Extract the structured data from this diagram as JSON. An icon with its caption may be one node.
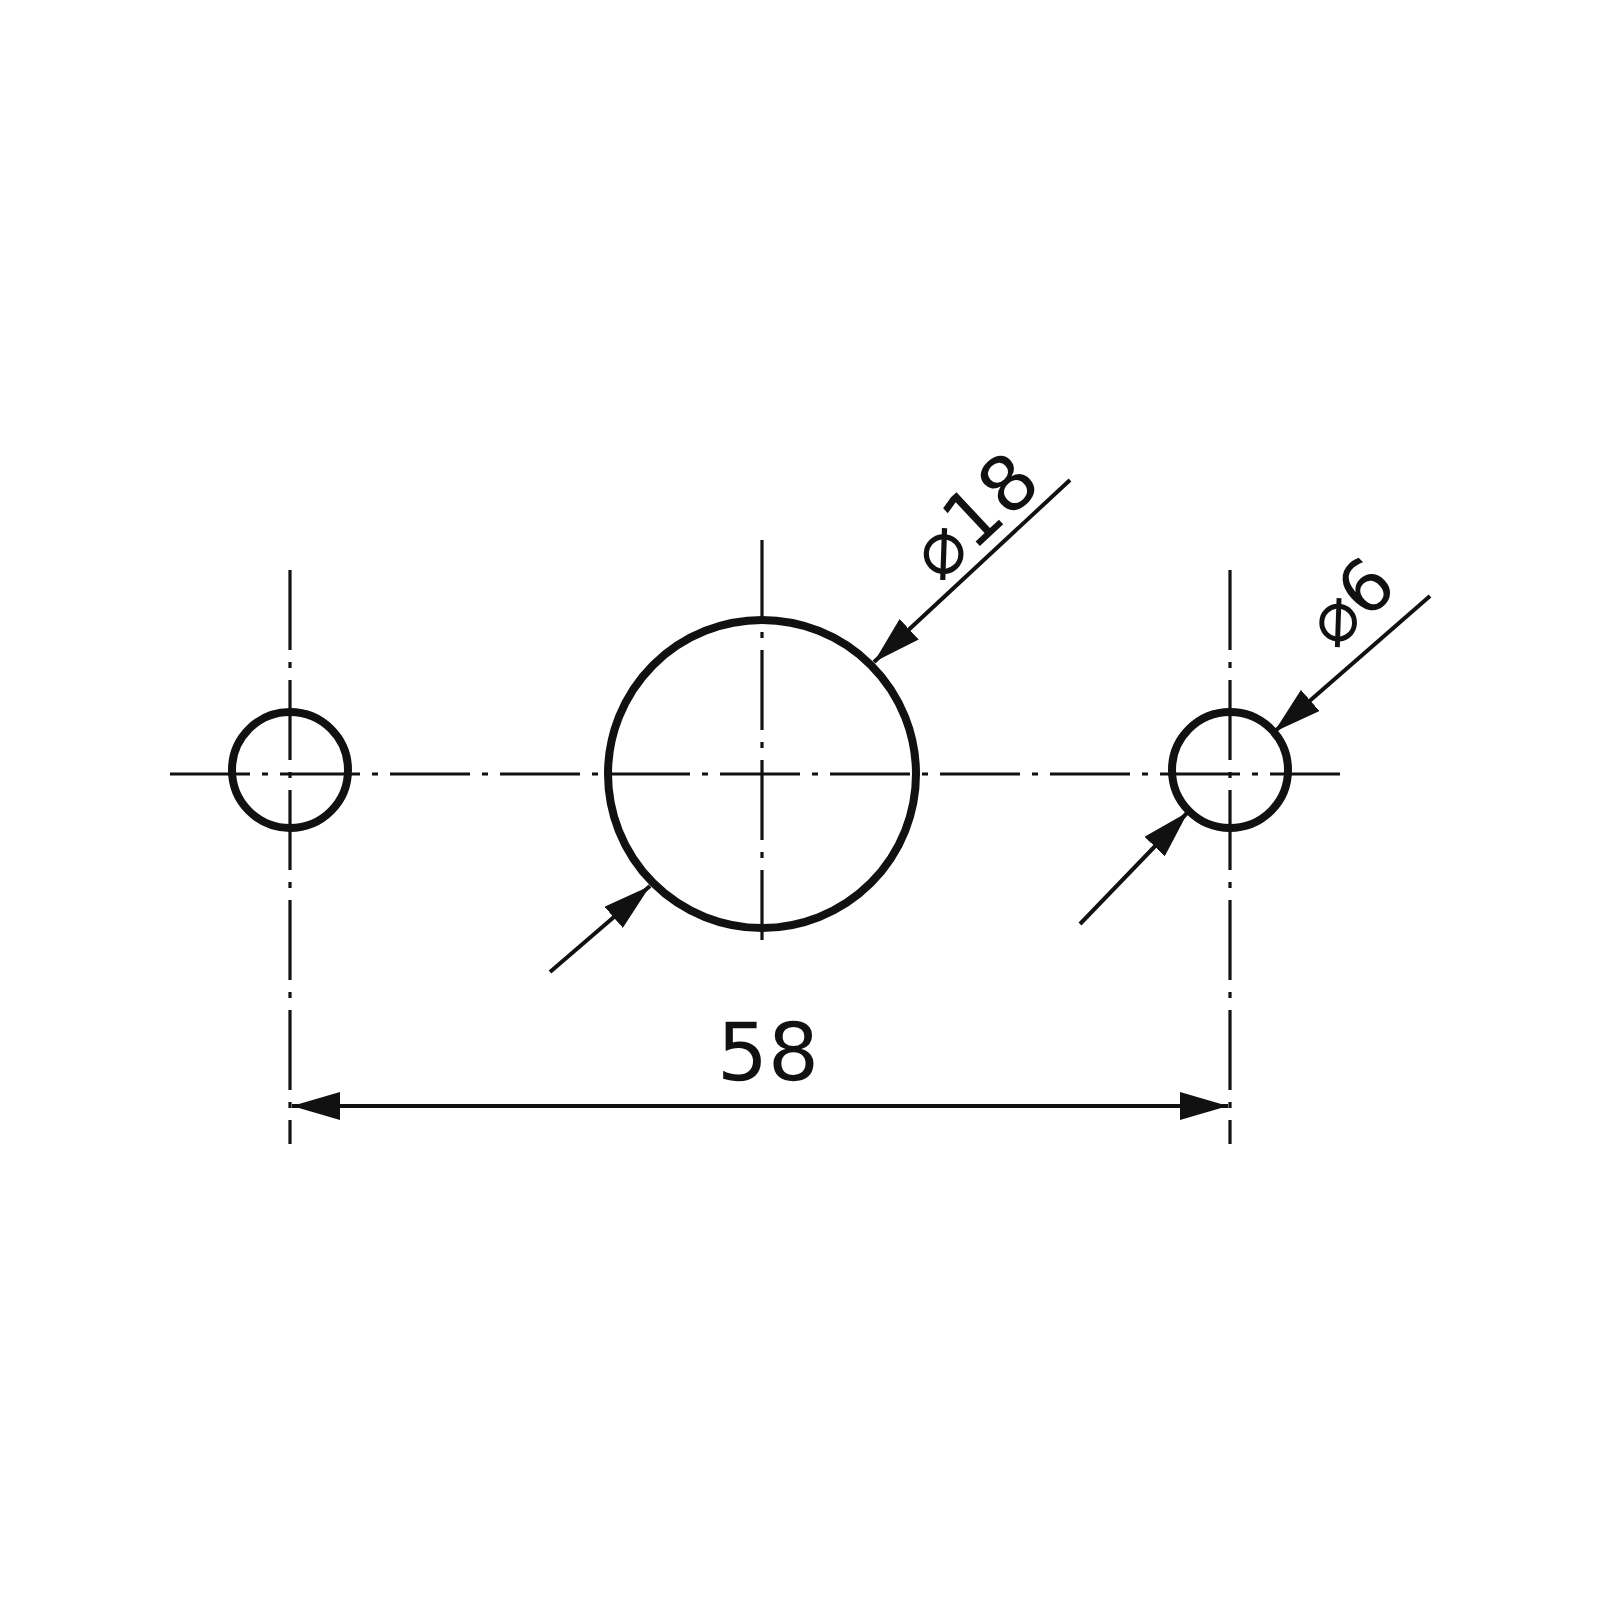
{
  "diagram": {
    "labels": [
      "⌀18",
      "⌀6",
      "58"
    ]
  }
}
